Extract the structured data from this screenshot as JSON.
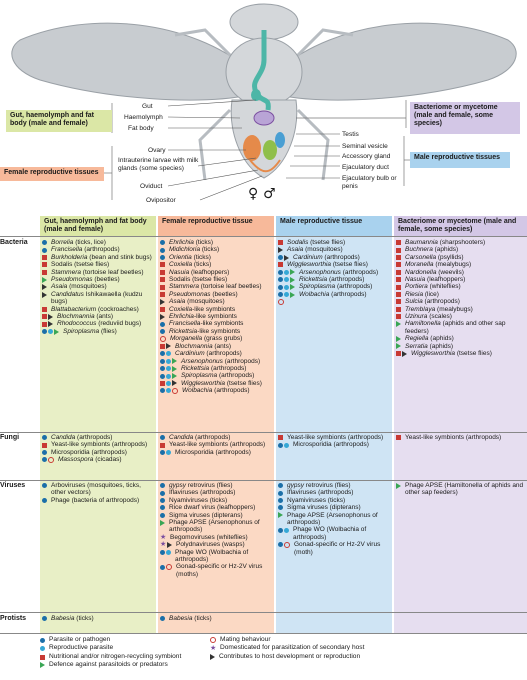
{
  "callouts": {
    "gut": "Gut, haemolymph and fat body (male and female)",
    "female": "Female reproductive tissues",
    "bacteriome": "Bacteriome or mycetome (male and female, some species)",
    "male": "Male reproductive tissues"
  },
  "anatomy_left": [
    "Gut",
    "Haemolymph",
    "Fat body",
    "Ovary",
    "Intrauterine larvae with milk glands (some species)",
    "Oviduct",
    "Ovipositor"
  ],
  "anatomy_right": [
    "Testis",
    "Seminal vesicle",
    "Accessory gland",
    "Ejaculatory duct",
    "Ejaculatory bulb or penis"
  ],
  "sex_symbols": "♀ ♂",
  "colors": {
    "gut": "#e8efc6",
    "female": "#fbd9c4",
    "male": "#cfe4f4",
    "bacteriome": "#e6def0",
    "gut_hdr": "#dbe7a6",
    "female_hdr": "#f7b99a",
    "male_hdr": "#a9d2ee",
    "bact_hdr": "#d3c7e6",
    "parasite": "#1b6fa8",
    "reproductive": "#35a8d6",
    "nutritional": "#c83a34",
    "defence": "#3aa655",
    "domesticated": "#7b4fa0"
  },
  "headers": [
    "Gut, haemolymph and fat body (male and female)",
    "Female reproductive tissue",
    "Male reproductive tissue",
    "Bacteriome or mycetome (male and female, some species)"
  ],
  "rows": [
    {
      "label": "Bacteria",
      "cells": [
        [
          {
            "s": [
              "circle"
            ],
            "n": "Borrelia",
            "r": " (ticks, lice)"
          },
          {
            "s": [
              "circle"
            ],
            "n": "Francisella",
            "r": " (arthropods)"
          },
          {
            "s": [
              "square"
            ],
            "n": "Burkholderia",
            "r": " (bean and stink bugs)"
          },
          {
            "s": [
              "square"
            ],
            "n": "",
            "r": "Sodalis (tsetse flies)"
          },
          {
            "s": [
              "square"
            ],
            "n": "Stammera",
            "r": " (tortoise leaf beetles)"
          },
          {
            "s": [
              "tri"
            ],
            "n": "Pseudomonas",
            "r": " (beetles)"
          },
          {
            "s": [
              "tri-o"
            ],
            "n": "Asaia",
            "r": " (mosquitoes)"
          },
          {
            "s": [
              "tri-o"
            ],
            "n": "Candidatus",
            "r": " Ishikawaella (kudzu bugs)"
          },
          {
            "s": [
              "square"
            ],
            "n": "Blattabacterium",
            "r": " (cockroaches)"
          },
          {
            "s": [
              "square",
              "tri-o"
            ],
            "n": "Blochmannia",
            "r": " (ants)"
          },
          {
            "s": [
              "square",
              "tri-o"
            ],
            "n": "Rhodococcus",
            "r": " (reduviid bugs)"
          },
          {
            "s": [
              "circle",
              "circle-c",
              "tri"
            ],
            "n": "Spiroplasma",
            "r": " (flies)"
          }
        ],
        [
          {
            "s": [
              "circle"
            ],
            "n": "Ehrlichia",
            "r": " (ticks)"
          },
          {
            "s": [
              "circle"
            ],
            "n": "Midichloria",
            "r": " (ticks)"
          },
          {
            "s": [
              "circle"
            ],
            "n": "Orientia",
            "r": " (ticks)"
          },
          {
            "s": [
              "square"
            ],
            "n": "Coxiella",
            "r": " (ticks)"
          },
          {
            "s": [
              "square"
            ],
            "n": "Nasuia",
            "r": " (leafhoppers)"
          },
          {
            "s": [
              "square"
            ],
            "n": "",
            "r": "Sodalis (tsetse flies)"
          },
          {
            "s": [
              "square"
            ],
            "n": "Stammera",
            "r": " (tortoise leaf beetles)"
          },
          {
            "s": [
              "square"
            ],
            "n": "Pseudomonas",
            "r": " (beetles)"
          },
          {
            "s": [
              "tri-o"
            ],
            "n": "Asaia",
            "r": " (mosquitoes)"
          },
          {
            "s": [
              "square"
            ],
            "n": "Coxiella",
            "r": "-like symbionts"
          },
          {
            "s": [
              "tri-o"
            ],
            "n": "Ehrlichia",
            "r": "-like symbionts"
          },
          {
            "s": [
              "circle"
            ],
            "n": "Francisella",
            "r": "-like symbionts"
          },
          {
            "s": [
              "circle"
            ],
            "n": "Rickettsia",
            "r": "-like symbionts"
          },
          {
            "s": [
              "ring"
            ],
            "n": "Morganella",
            "r": " (grass grubs)"
          },
          {
            "s": [
              "square",
              "tri-o"
            ],
            "n": "Blochmannia",
            "r": " (ants)"
          },
          {
            "s": [
              "circle",
              "circle-c"
            ],
            "n": "Cardinium",
            "r": " (arthropods)"
          },
          {
            "s": [
              "circle",
              "circle-c",
              "tri"
            ],
            "n": "Arsenophonus",
            "r": " (arthropods)"
          },
          {
            "s": [
              "circle",
              "circle-c",
              "tri"
            ],
            "n": "Rickettsia",
            "r": " (arthropods)"
          },
          {
            "s": [
              "circle",
              "circle-c",
              "tri"
            ],
            "n": "Spiroplasma",
            "r": " (arthropods)"
          },
          {
            "s": [
              "square",
              "circle-c",
              "tri-o"
            ],
            "n": "Wigglesworthia",
            "r": " (tsetse flies)"
          },
          {
            "s": [
              "circle",
              "circle-c",
              "ring"
            ],
            "n": "Wolbachia",
            "r": " (arthropods)"
          }
        ],
        [
          {
            "s": [
              "square"
            ],
            "n": "Sodalis",
            "r": " (tsetse flies)"
          },
          {
            "s": [
              "tri-o"
            ],
            "n": "Asaia",
            "r": " (mosquitoes)"
          },
          {
            "s": [
              "circle",
              "tri-o"
            ],
            "n": "Cardinium",
            "r": " (arthropods)"
          },
          {
            "s": [
              "square"
            ],
            "n": "Wigglesworthia",
            "r": " (tsetse flies)"
          },
          {
            "s": [
              "circle",
              "circle-c",
              "tri"
            ],
            "n": "Arsenophonus",
            "r": " (arthropods)"
          },
          {
            "s": [
              "circle",
              "circle-c",
              "tri"
            ],
            "n": "Rickettsia",
            "r": " (arthropods)"
          },
          {
            "s": [
              "circle",
              "circle-c",
              "tri"
            ],
            "n": "Spiroplasma",
            "r": " (arthropods)"
          },
          {
            "s": [
              "circle",
              "circle-c",
              "tri"
            ],
            "n": "Wolbachia",
            "r": " (arthropods)"
          },
          {
            "s": [
              "ring"
            ],
            "n": "",
            "r": ""
          }
        ],
        [
          {
            "s": [
              "square"
            ],
            "n": "Baumannia",
            "r": " (sharpshooters)"
          },
          {
            "s": [
              "square"
            ],
            "n": "Buchnera",
            "r": " (aphids)"
          },
          {
            "s": [
              "square"
            ],
            "n": "Carsonella",
            "r": " (psyllids)"
          },
          {
            "s": [
              "square"
            ],
            "n": "Moranella",
            "r": " (mealybugs)"
          },
          {
            "s": [
              "square"
            ],
            "n": "Nardonella",
            "r": " (weevils)"
          },
          {
            "s": [
              "square"
            ],
            "n": "Nasuia",
            "r": " (leafhoppers)"
          },
          {
            "s": [
              "square"
            ],
            "n": "Portiera",
            "r": " (whiteflies)"
          },
          {
            "s": [
              "square"
            ],
            "n": "Riesia",
            "r": " (lice)"
          },
          {
            "s": [
              "square"
            ],
            "n": "Sulcia",
            "r": " (arthropods)"
          },
          {
            "s": [
              "square"
            ],
            "n": "Tremblaya",
            "r": " (mealybugs)"
          },
          {
            "s": [
              "square"
            ],
            "n": "Uzinura",
            "r": " (scales)"
          },
          {
            "s": [
              "tri"
            ],
            "n": "Hamiltonella",
            "r": " (aphids and other sap feeders)"
          },
          {
            "s": [
              "tri"
            ],
            "n": "Regiella",
            "r": " (aphids)"
          },
          {
            "s": [
              "tri"
            ],
            "n": "Serratia",
            "r": " (aphids)"
          },
          {
            "s": [
              "square",
              "tri-o"
            ],
            "n": "Wigglesworthia",
            "r": " (tsetse flies)"
          }
        ]
      ]
    },
    {
      "label": "Fungi",
      "cells": [
        [
          {
            "s": [
              "circle"
            ],
            "n": "Candida",
            "r": " (arthropods)"
          },
          {
            "s": [
              "square"
            ],
            "n": "",
            "r": "Yeast-like symbionts (arthropods)"
          },
          {
            "s": [
              "circle"
            ],
            "n": "",
            "r": "Microsporidia (arthropods)"
          },
          {
            "s": [
              "circle",
              "ring"
            ],
            "n": "Massospora",
            "r": " (cicadas)"
          }
        ],
        [
          {
            "s": [
              "circle"
            ],
            "n": "Candida",
            "r": " (arthropods)"
          },
          {
            "s": [
              "square"
            ],
            "n": "",
            "r": "Yeast-like symbionts (arthropods)"
          },
          {
            "s": [
              "circle",
              "circle-c"
            ],
            "n": "",
            "r": "Microsporidia (arthropods)"
          }
        ],
        [
          {
            "s": [
              "square"
            ],
            "n": "",
            "r": "Yeast-like symbionts (arthropods)"
          },
          {
            "s": [
              "circle",
              "circle-c"
            ],
            "n": "",
            "r": "Microsporidia (arthropods)"
          }
        ],
        [
          {
            "s": [
              "square"
            ],
            "n": "",
            "r": "Yeast-like symbionts (arthropods)"
          }
        ]
      ]
    },
    {
      "label": "Viruses",
      "cells": [
        [
          {
            "s": [
              "circle"
            ],
            "n": "",
            "r": "Arboviruses (mosquitoes, ticks, other vectors)"
          },
          {
            "s": [
              "circle"
            ],
            "n": "",
            "r": "Phage (bacteria of arthropods)"
          }
        ],
        [
          {
            "s": [
              "circle"
            ],
            "n": "gypsy",
            "r": " retrovirus (flies)"
          },
          {
            "s": [
              "circle"
            ],
            "n": "",
            "r": "Iflaviruses (arthropods)"
          },
          {
            "s": [
              "circle"
            ],
            "n": "",
            "r": "Nyamiviruses (ticks)"
          },
          {
            "s": [
              "circle"
            ],
            "n": "",
            "r": "Rice dwarf virus (leafhoppers)"
          },
          {
            "s": [
              "circle"
            ],
            "n": "",
            "r": "Sigma viruses (dipterans)"
          },
          {
            "s": [
              "tri"
            ],
            "n": "",
            "r": "Phage APSE (Arsenophonus of arthropods)"
          },
          {
            "s": [
              "star"
            ],
            "n": "",
            "r": "Begomoviruses (whiteflies)"
          },
          {
            "s": [
              "star",
              "tri-o"
            ],
            "n": "",
            "r": "Polydnaviruses (wasps)"
          },
          {
            "s": [
              "circle",
              "circle-c"
            ],
            "n": "",
            "r": "Phage WO (Wolbachia of arthropods)"
          },
          {
            "s": [
              "circle",
              "ring"
            ],
            "n": "",
            "r": "Gonad-specific or Hz-2V virus (moths)"
          }
        ],
        [
          {
            "s": [
              "circle"
            ],
            "n": "gypsy",
            "r": " retrovirus (flies)"
          },
          {
            "s": [
              "circle"
            ],
            "n": "",
            "r": "Iflaviruses (arthropods)"
          },
          {
            "s": [
              "circle"
            ],
            "n": "",
            "r": "Nyamiviruses (ticks)"
          },
          {
            "s": [
              "circle"
            ],
            "n": "",
            "r": "Sigma viruses (dipterans)"
          },
          {
            "s": [
              "tri"
            ],
            "n": "",
            "r": "Phage APSE (Arsenophonus of arthropods)"
          },
          {
            "s": [
              "circle",
              "circle-c"
            ],
            "n": "",
            "r": "Phage WO (Wolbachia of arthropods)"
          },
          {
            "s": [
              "circle",
              "ring"
            ],
            "n": "",
            "r": "Gonad-specific or Hz-2V virus (moth)"
          }
        ],
        [
          {
            "s": [
              "tri"
            ],
            "n": "",
            "r": "Phage APSE (Hamiltonella of aphids and other sap feeders)"
          }
        ]
      ]
    },
    {
      "label": "Protists",
      "cells": [
        [
          {
            "s": [
              "circle"
            ],
            "n": "Babesia",
            "r": " (ticks)"
          }
        ],
        [
          {
            "s": [
              "circle"
            ],
            "n": "Babesia",
            "r": " (ticks)"
          }
        ],
        [],
        []
      ]
    }
  ],
  "legend": [
    {
      "s": "circle",
      "t": "Parasite or pathogen"
    },
    {
      "s": "circle-c",
      "t": "Reproductive parasite"
    },
    {
      "s": "square",
      "t": "Nutritional and/or nitrogen-recycling symbiont"
    },
    {
      "s": "tri",
      "t": "Defence against parasitoids or predators"
    },
    {
      "s": "ring",
      "t": "Mating behaviour"
    },
    {
      "s": "star",
      "t": "Domesticated for parasitization of secondary host"
    },
    {
      "s": "tri-o",
      "t": "Contributes to host development or reproduction"
    }
  ]
}
